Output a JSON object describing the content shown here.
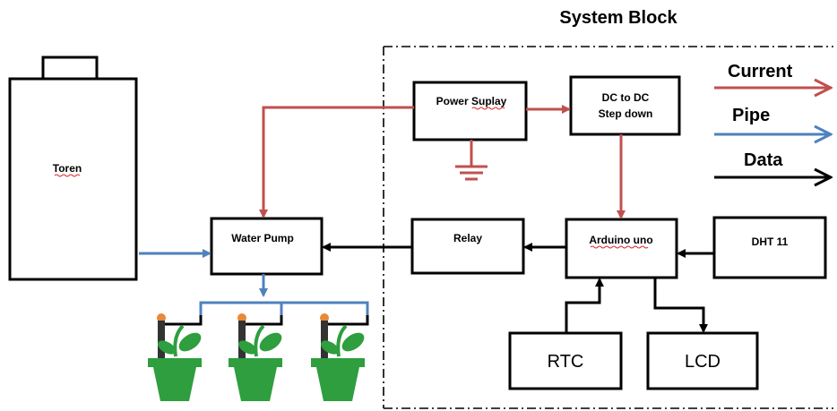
{
  "title": "System Block",
  "blocks": {
    "toren": "Toren",
    "water_pump": "Water Pump",
    "power_supply": "Power Suplay",
    "dc_to_dc_line1": "DC to DC",
    "dc_to_dc_line2": "Step down",
    "relay": "Relay",
    "arduino": "Arduino uno",
    "dht": "DHT 11",
    "rtc": "RTC",
    "lcd": "LCD"
  },
  "legend": {
    "current": "Current",
    "pipe": "Pipe",
    "data": "Data"
  },
  "colors": {
    "current": "#c0504d",
    "pipe": "#4f81bd",
    "data": "#000000",
    "plant_pot": "#2e9e3e",
    "sensor_tip": "#e8893a"
  }
}
